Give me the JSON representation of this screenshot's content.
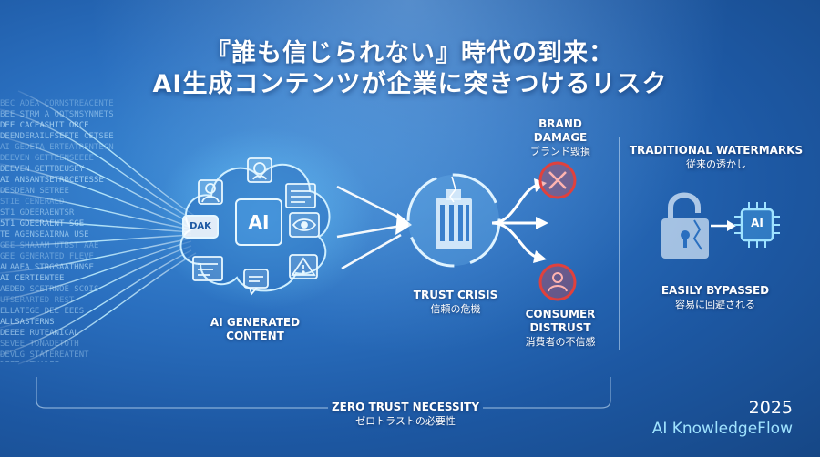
{
  "title": {
    "line1": "『誰も信じられない』時代の到来：",
    "line2": "AI生成コンテンツが企業に突きつけるリスク"
  },
  "code_stream": [
    "BEC ADEA CORNSTREACENTE",
    "BEE STRM A OOTSNSYNNETS",
    "DEE CACEASHIT ORCE",
    "DEENDERAILFSEETE CETSEE",
    "AI GEDETA ERTEATRENTECN",
    "DEEVEN GETTEENSEEEE",
    "DEEVEN GETTBEUSEY",
    "AI ANSANTSETRBCETESSE",
    "DESDEAN SETREE",
    "STIE CENERAED",
    "ST1 GDEERAENTSR",
    "5T1 GDEERAENT SGE",
    "TE AGENSEAIRNA USE",
    "GEE SHAAAM UTBST AAE",
    "GEE GENERATED FLEVE",
    "ALAAEA STRGSAATHNSE",
    "AI CERTIENTEE",
    "AEDED SCETRNOE SCOIS",
    "UTSERARTED REST",
    "ELLATEGE DEE EEES",
    "ALLSASTERNS",
    "DEEEE RUTEANICAL",
    "SEVEE TONADETOTH",
    "DEVLG STATEREATENT",
    "DEEE STHADEE"
  ],
  "cloud": {
    "center_label": "AI",
    "chat_label": "DAK",
    "icons": [
      "person-icon",
      "robot-face-icon",
      "document-icon",
      "chat-bubble-icon",
      "eye-icon",
      "image-file-icon",
      "message-icon",
      "warning-icon"
    ]
  },
  "labels": {
    "ai_generated": "AI GENERATED\nCONTENT",
    "trust_crisis_en": "TRUST CRISIS",
    "trust_crisis_jp": "信頼の危機",
    "brand_damage_en": "BRAND\nDAMAGE",
    "brand_damage_jp": "ブランド毀損",
    "consumer_distrust_en": "CONSUMER\nDISTRUST",
    "consumer_distrust_jp": "消費者の不信感",
    "traditional_watermarks_en": "TRADITIONAL WATERMARKS",
    "traditional_watermarks_jp": "従来の透かし",
    "chip_label": "AI",
    "easily_bypassed_en": "EASILY BYPASSED",
    "easily_bypassed_jp": "容易に回避される",
    "zero_trust_en": "ZERO TRUST NECESSITY",
    "zero_trust_jp": "ゼロトラストの必要性"
  },
  "footer": {
    "year": "2025",
    "brand": "AI KnowledgeFlow"
  },
  "colors": {
    "background": "#2a6fbf",
    "accent_cyan": "#9fe3ff",
    "danger": "#e0413d"
  }
}
